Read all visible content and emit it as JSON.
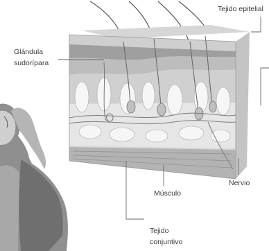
{
  "labels": {
    "tejido_epitelial": "Tejido epitelial",
    "glandula_line1": "Glándula",
    "glandula_line2": "sudorípara",
    "nervio": "Nervio",
    "musculo": "Músculo",
    "tejido_conjuntivo_line1": "Tejido",
    "tejido_conjuntivo_line2": "conjuntivo"
  },
  "colors": {
    "background": "#ffffff",
    "leader_line": "#666666",
    "skin_top": "#d9d9d9",
    "skin_layer": "#bdbdbd",
    "dermis": "#c9c9c9",
    "fat": "#e3e3e3",
    "muscle": "#b0b0b0",
    "figure": "#9a9a9a"
  }
}
